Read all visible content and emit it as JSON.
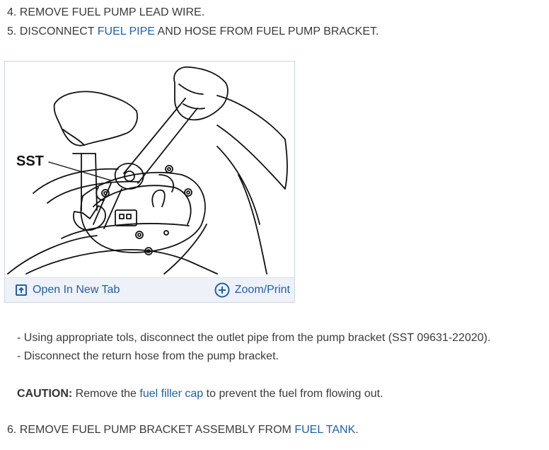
{
  "steps": {
    "step4": "4. REMOVE FUEL PUMP LEAD WIRE.",
    "step5_pre": "5. DISCONNECT ",
    "step5_link": "FUEL PIPE",
    "step5_post": " AND HOSE FROM FUEL PUMP BRACKET.",
    "step6_pre": "6. REMOVE FUEL PUMP BRACKET ASSEMBLY FROM ",
    "step6_link": "FUEL TANK",
    "step6_post": "."
  },
  "figure": {
    "callout_label": "SST",
    "open_tab_label": "Open In New Tab",
    "zoom_label": "Zoom/Print",
    "open_tab_icon": "open-new-tab-icon",
    "zoom_icon": "zoom-plus-icon"
  },
  "bullets": {
    "b1": "-  Using appropriate tols, disconnect the outlet pipe from the pump bracket (SST 09631-22020).",
    "b2": "-  Disconnect the return hose from the pump bracket."
  },
  "caution": {
    "label": "CAUTION:",
    "pre": " Remove the ",
    "link": "fuel filler cap",
    "post": " to prevent the fuel from flowing out."
  },
  "colors": {
    "link": "#1f5faa",
    "text": "#3a3a3a",
    "bar": "#eef2f8"
  }
}
